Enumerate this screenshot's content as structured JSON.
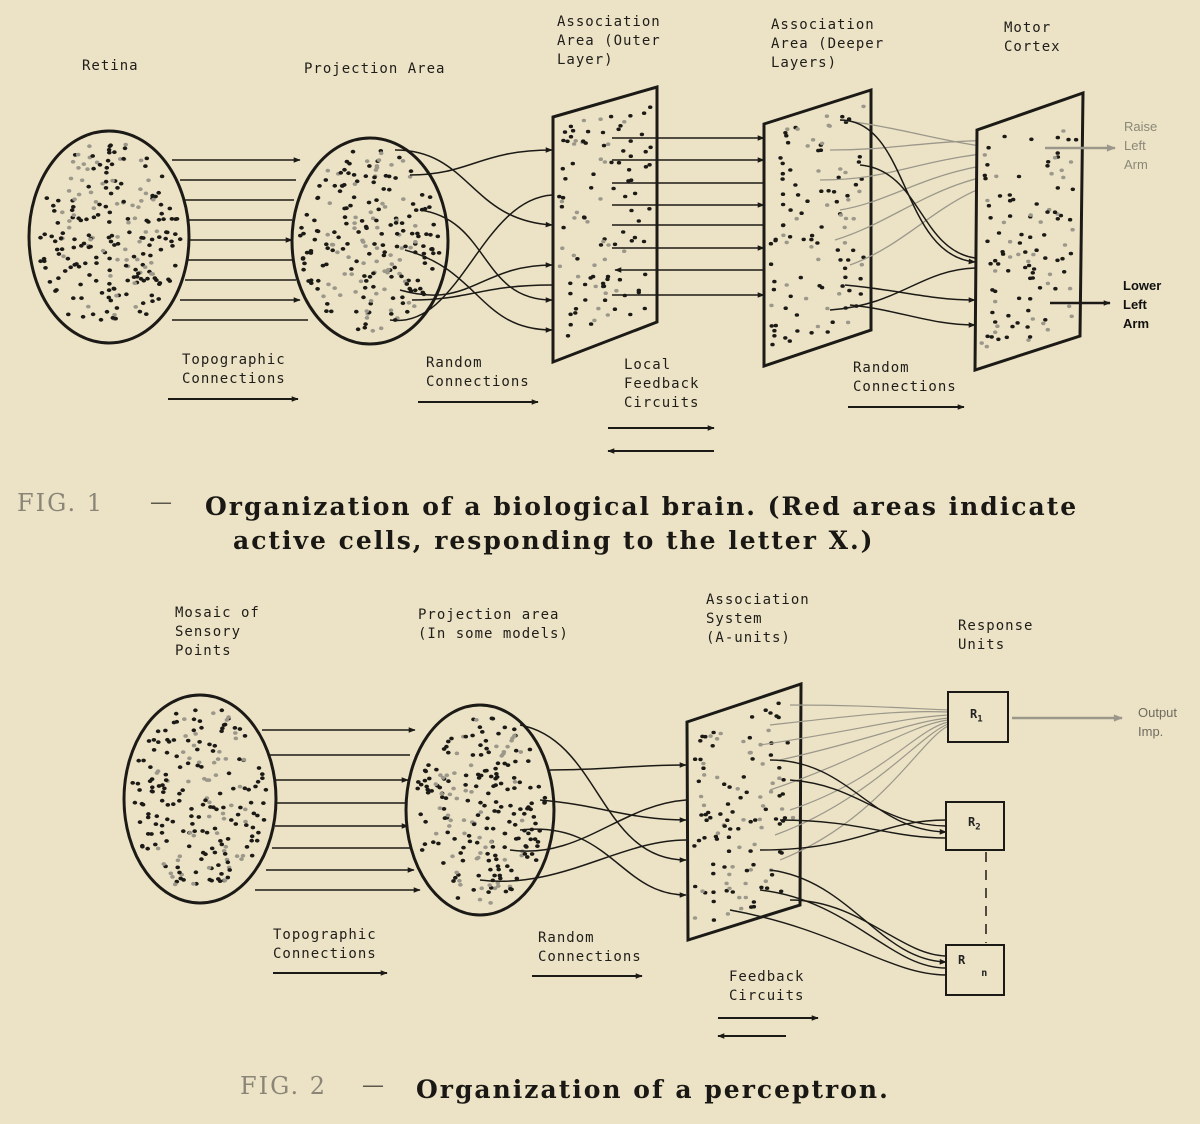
{
  "fig1": {
    "labels": {
      "retina": "Retina",
      "projection": "Projection  Area",
      "assoc_outer": "Association\nArea (Outer\nLayer)",
      "assoc_deeper": "Association\nArea (Deeper\nLayers)",
      "motor": "Motor\nCortex",
      "topographic": "Topographic\nConnections",
      "random1": "Random\nConnections",
      "local_feedback": "Local\nFeedback\nCircuits",
      "random2": "Random\nConnections"
    },
    "outputs": {
      "raise": "Raise\nLeft\nArm",
      "lower": "Lower\nLeft\nArm"
    },
    "caption": {
      "fig_label": "FIG. 1",
      "dash": "—",
      "line1": "Organization of a biological brain. (Red areas indicate",
      "line2": "active cells, responding to the letter X.)"
    }
  },
  "fig2": {
    "labels": {
      "mosaic": "Mosaic of\nSensory\nPoints",
      "projection": "Projection area\n(In some models)",
      "assoc": "Association\nSystem\n(A-units)",
      "response": "Response\nUnits",
      "topographic": "Topographic\nConnections",
      "random": "Random\nConnections",
      "feedback": "Feedback\nCircuits"
    },
    "units": {
      "r1": "R",
      "r1_sub": "1",
      "r2": "R",
      "r2_sub": "2",
      "rn": "R",
      "rn_sub": "n"
    },
    "output": "Output\nImp.",
    "caption": {
      "fig_label": "FIG. 2",
      "dash": "—",
      "line1": "Organization of a perceptron."
    }
  },
  "colors": {
    "background": "#ece3c6",
    "ink": "#1c1a16",
    "grey_dot": "#9b978a",
    "grey_text": "#8b8778"
  }
}
